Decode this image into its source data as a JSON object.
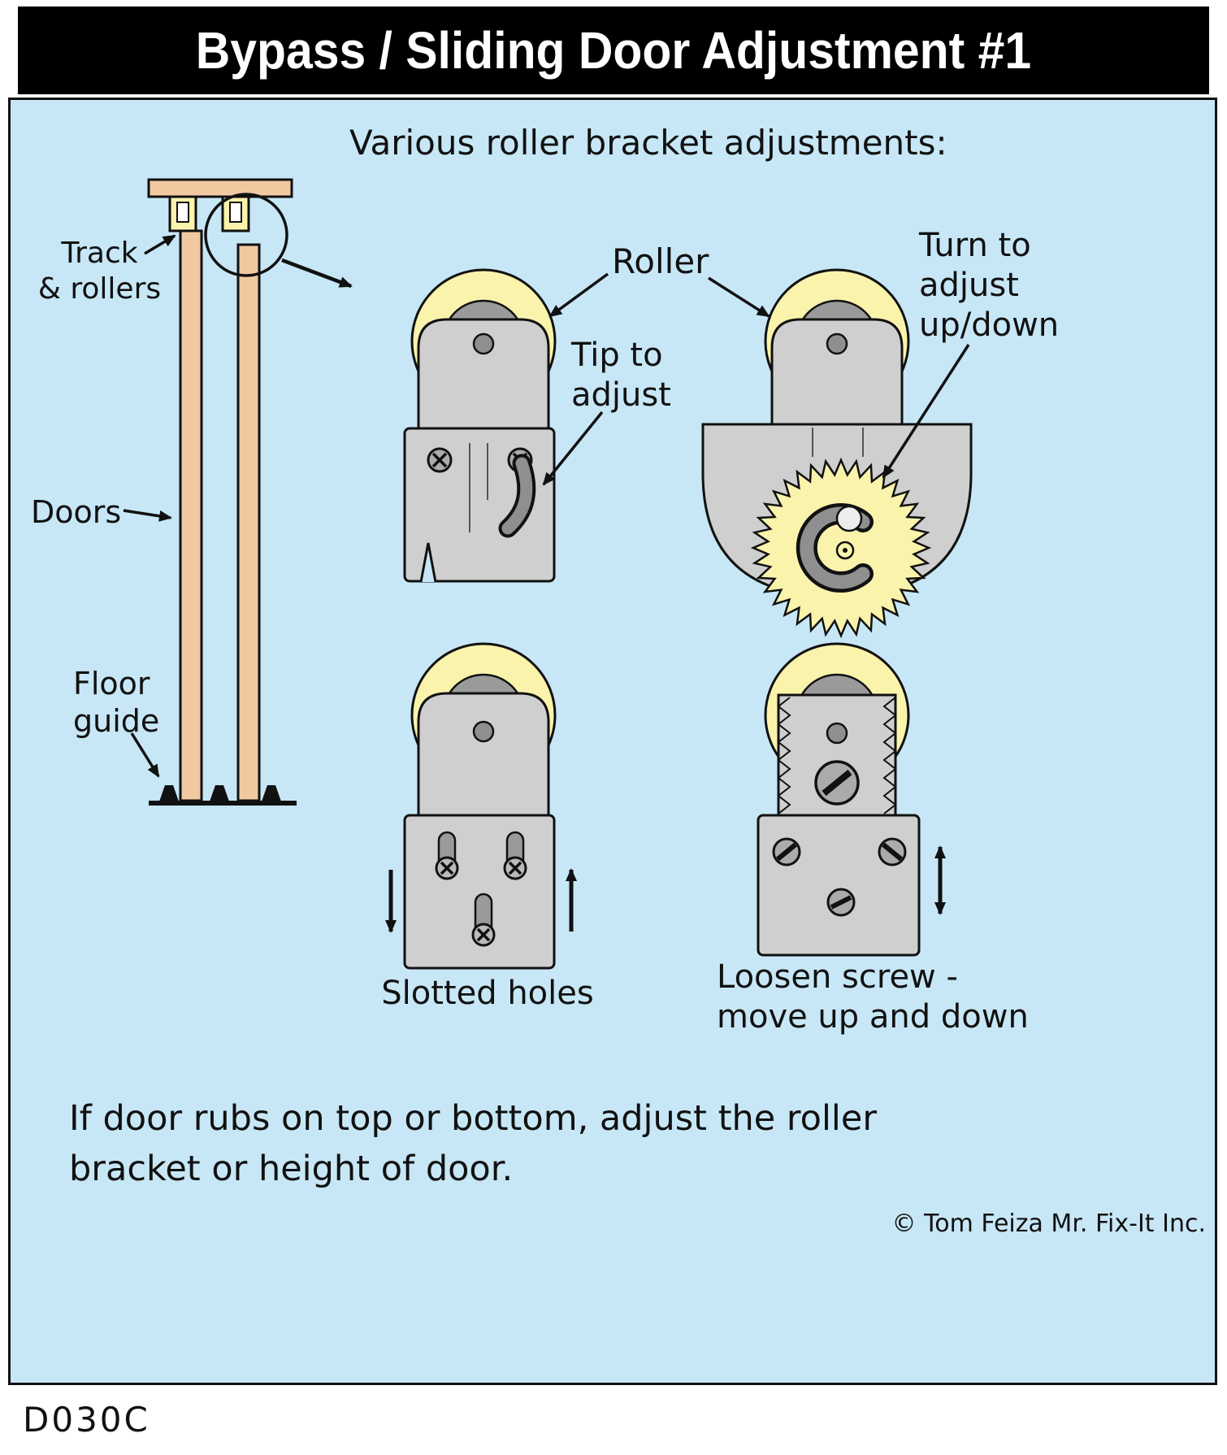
{
  "title": "Bypass / Sliding Door Adjustment #1",
  "subtitle": "Various roller bracket adjustments:",
  "colors": {
    "panel_blue": "#c7e7f6",
    "title_bar": "#000000",
    "title_text": "#ffffff",
    "wood_tan": "#f0c9a1",
    "roller_yellow": "#faf3ab",
    "bracket_gray": "#cfcfcf",
    "metal_gray": "#9a9a9a",
    "ink": "#111111"
  },
  "left_diagram": {
    "track_label": "Track\n& rollers",
    "doors_label": "Doors",
    "floor_guide_label": "Floor\nguide"
  },
  "annotations": {
    "roller": "Roller",
    "tip_to_adjust": "Tip to\nadjust",
    "turn_to_adjust": "Turn to\nadjust\nup/down",
    "slotted_holes": "Slotted holes",
    "loosen_screw": "Loosen screw -\nmove up and down"
  },
  "footer": {
    "instruction": "If door rubs on top or bottom, adjust the roller\nbracket or height of door.",
    "copyright": "© Tom Feiza Mr. Fix-It Inc.",
    "diagram_code": "D030C"
  }
}
